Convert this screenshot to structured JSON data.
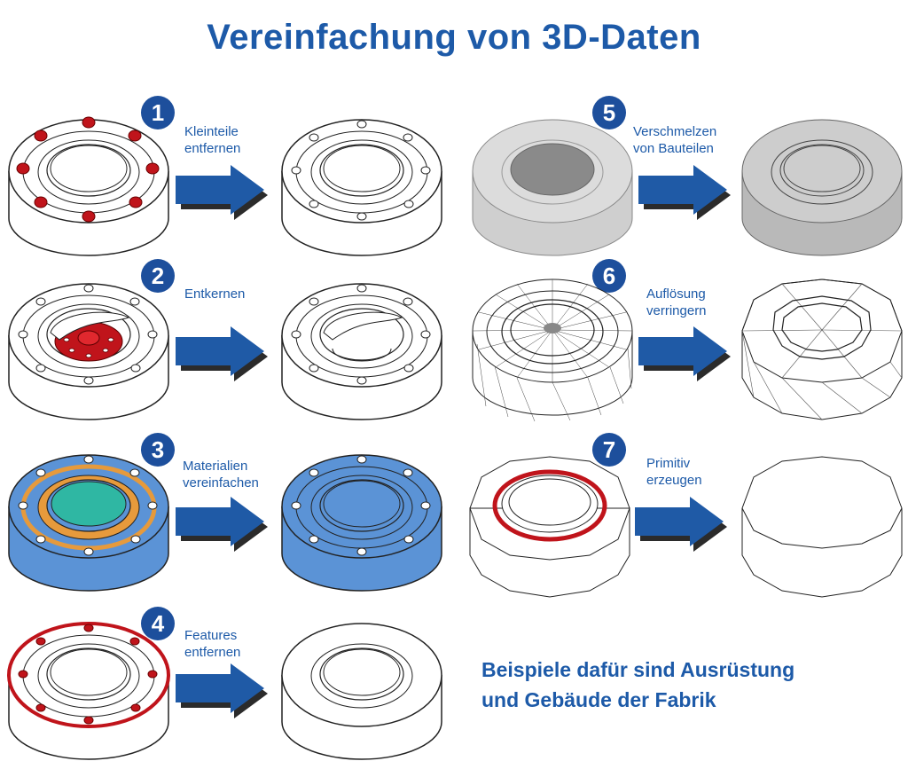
{
  "title": "Vereinfachung von 3D-Daten",
  "steps": [
    {
      "num": "1",
      "line1": "Kleinteile",
      "line2": "entfernen"
    },
    {
      "num": "2",
      "line1": "Entkernen",
      "line2": ""
    },
    {
      "num": "3",
      "line1": "Materialien",
      "line2": "vereinfachen"
    },
    {
      "num": "4",
      "line1": "Features",
      "line2": "entfernen"
    },
    {
      "num": "5",
      "line1": "Verschmelzen",
      "line2": "von Bauteilen"
    },
    {
      "num": "6",
      "line1": "Auflösung",
      "line2": "verringern"
    },
    {
      "num": "7",
      "line1": "Primitiv",
      "line2": "erzeugen"
    }
  ],
  "footnote": {
    "line1": "Beispiele dafür sind Ausrüstung",
    "line2": "und Gebäude der Fabrik"
  },
  "colors": {
    "accent": "#1d5aa8",
    "badge": "#1d4f9c",
    "arrow": "#1f5aa6",
    "red": "#c0141b",
    "blue_fill": "#5b93d6",
    "teal": "#2fb7a3",
    "orange": "#e69a3c"
  }
}
